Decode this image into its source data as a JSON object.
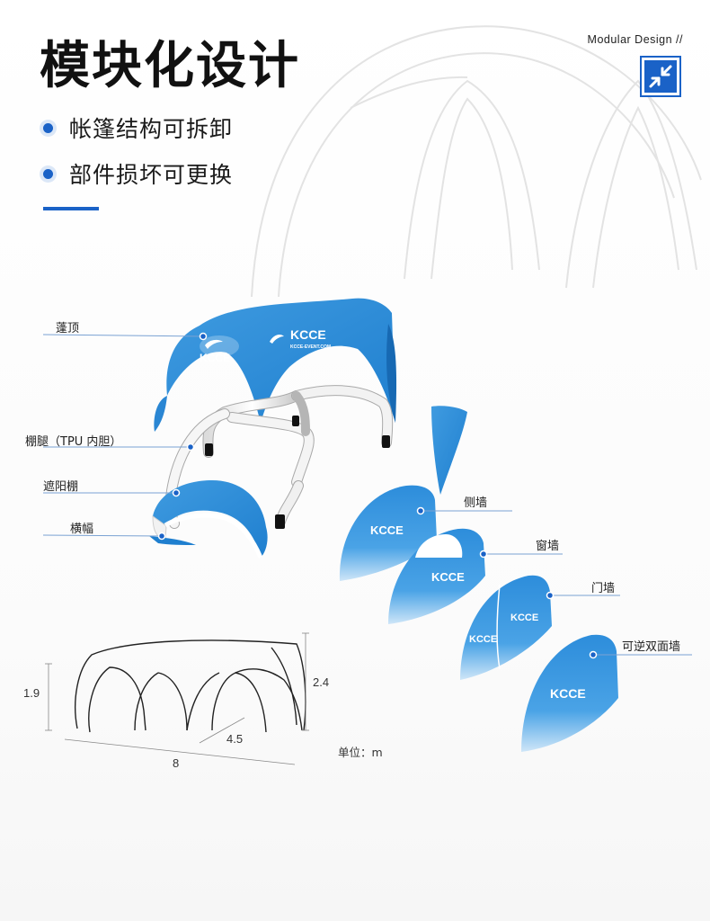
{
  "header": {
    "title": "模块化设计",
    "subtitle": "Modular Design //",
    "icon": "compress-arrows-icon"
  },
  "features": [
    {
      "text": "帐篷结构可拆卸"
    },
    {
      "text": "部件损坏可更换"
    }
  ],
  "brand": {
    "logo_text": "KCCE",
    "color_primary": "#1a62c7",
    "color_fabric": "#2a8ad6"
  },
  "parts": [
    {
      "label": "蓬顶"
    },
    {
      "label": "棚腿（TPU 内胆）"
    },
    {
      "label": "遮阳棚"
    },
    {
      "label": "横幅"
    },
    {
      "label": "侧墙"
    },
    {
      "label": "窗墙"
    },
    {
      "label": "门墙"
    },
    {
      "label": "可逆双面墙"
    }
  ],
  "dimensions": {
    "height_side": "1.9",
    "height_center": "2.4",
    "depth": "4.5",
    "width": "8",
    "unit_label": "单位：m"
  }
}
